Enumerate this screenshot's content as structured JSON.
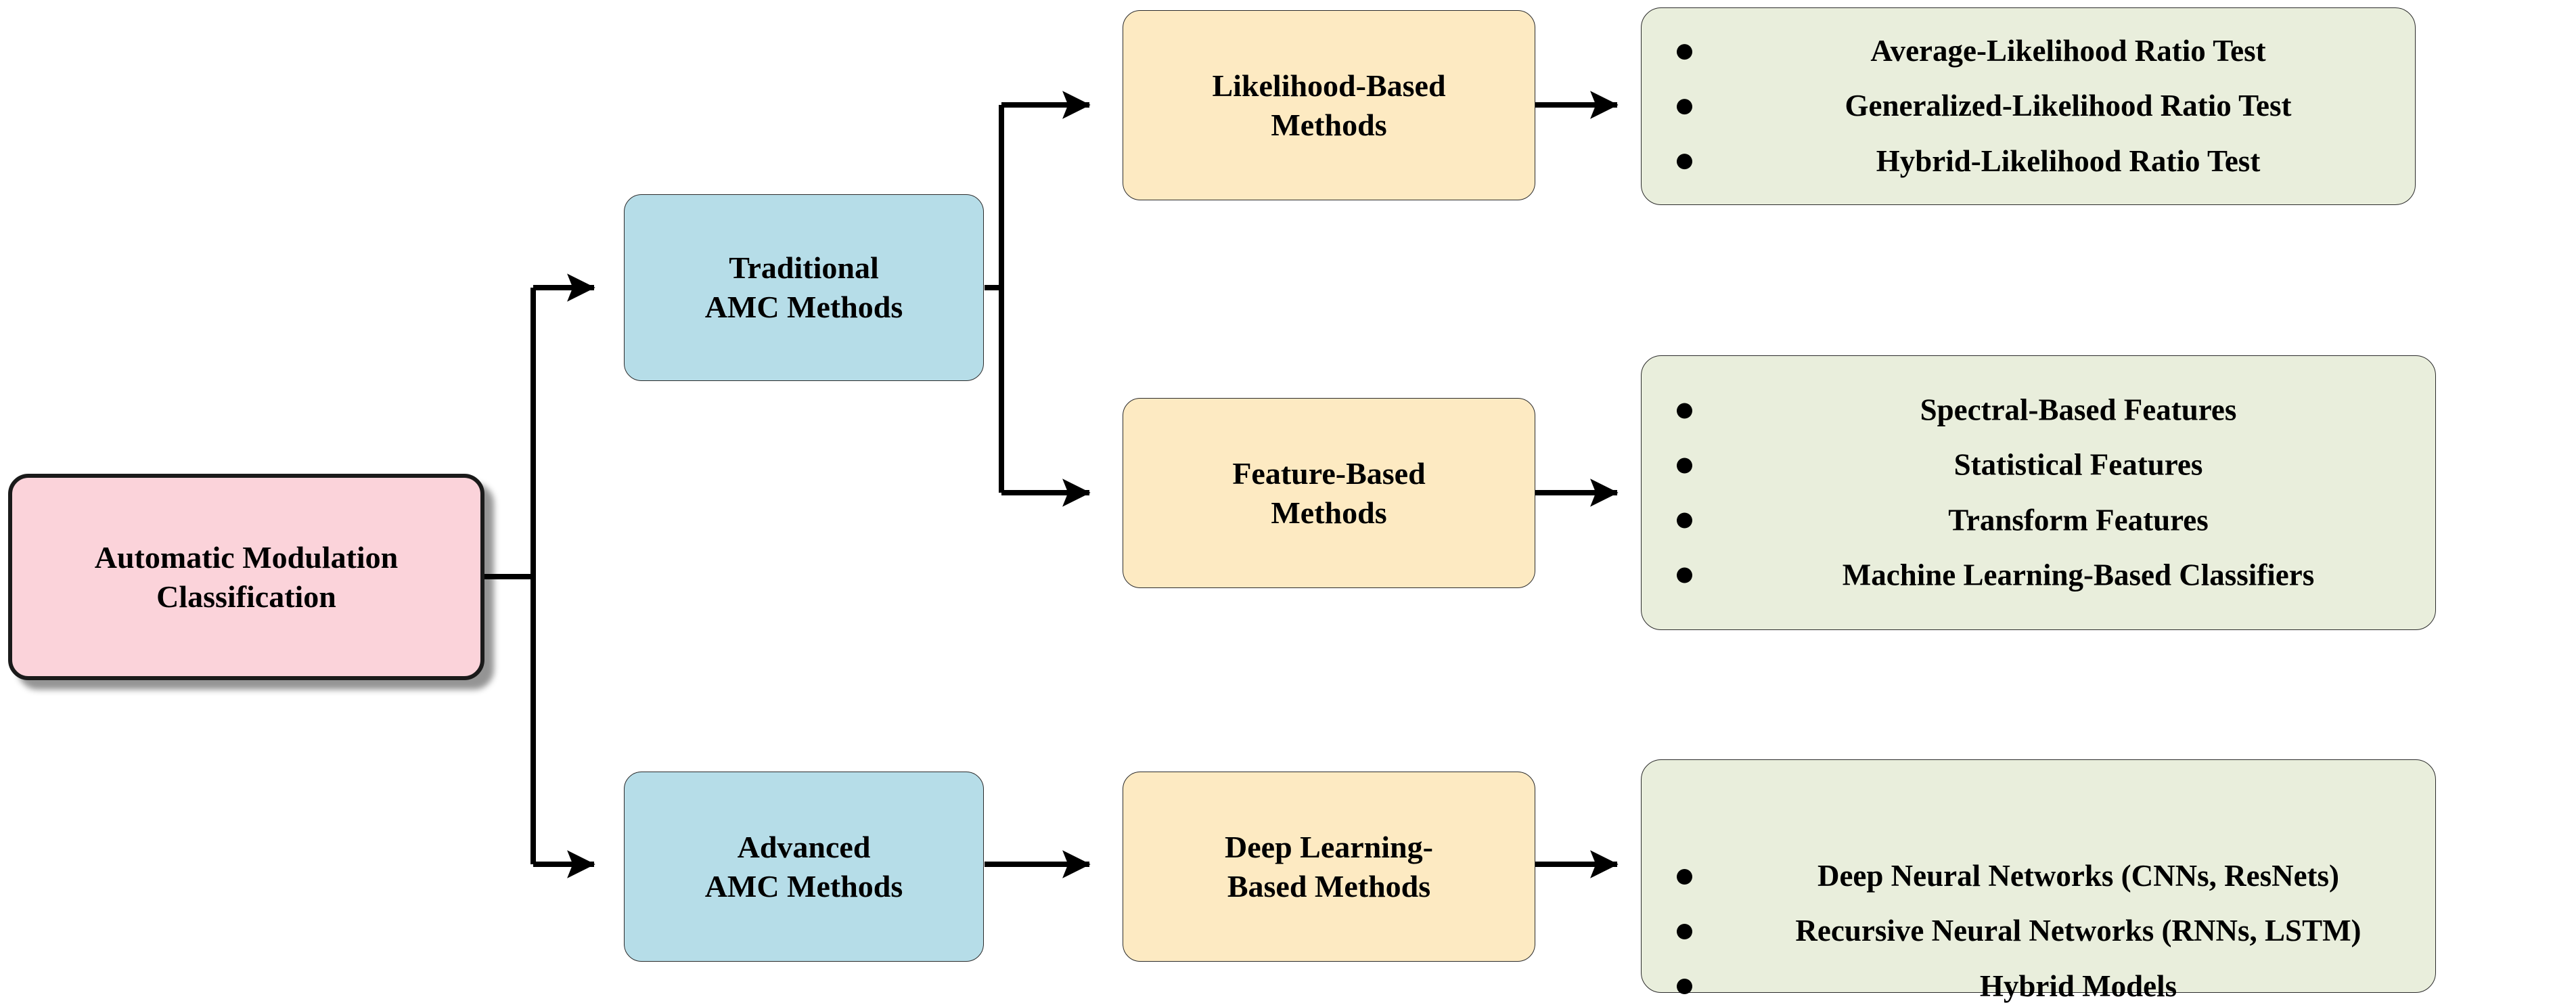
{
  "diagram": {
    "title": "Automatic Modulation Classification taxonomy",
    "colors": {
      "root_fill": "#fbd3da",
      "stage1_fill": "#b6dde8",
      "stage2_fill": "#fdeac2",
      "list_fill": "#e9eedc",
      "stroke": "#000000"
    },
    "root": {
      "lines": [
        "Automatic Modulation",
        "Classification"
      ]
    },
    "branches": [
      {
        "id": "traditional",
        "category": {
          "lines": [
            "Traditional",
            "AMC Methods"
          ]
        },
        "methods": [
          {
            "id": "likelihood-based",
            "lines": [
              "Likelihood-Based",
              "Methods"
            ],
            "items": [
              "Average-Likelihood Ratio Test",
              "Generalized-Likelihood Ratio Test",
              "Hybrid-Likelihood Ratio Test"
            ]
          },
          {
            "id": "feature-based",
            "lines": [
              "Feature-Based",
              "Methods"
            ],
            "items": [
              "Spectral-Based Features",
              "Statistical Features",
              "Transform Features",
              "Machine Learning-Based Classifiers"
            ]
          }
        ]
      },
      {
        "id": "advanced",
        "category": {
          "lines": [
            "Advanced",
            "AMC Methods"
          ]
        },
        "methods": [
          {
            "id": "deep-learning-based",
            "lines": [
              "Deep Learning-",
              "Based Methods"
            ],
            "items": [
              "Deep Neural Networks (CNNs, ResNets)",
              "Recursive Neural Networks (RNNs, LSTM)",
              "Hybrid Models"
            ]
          }
        ]
      }
    ]
  }
}
